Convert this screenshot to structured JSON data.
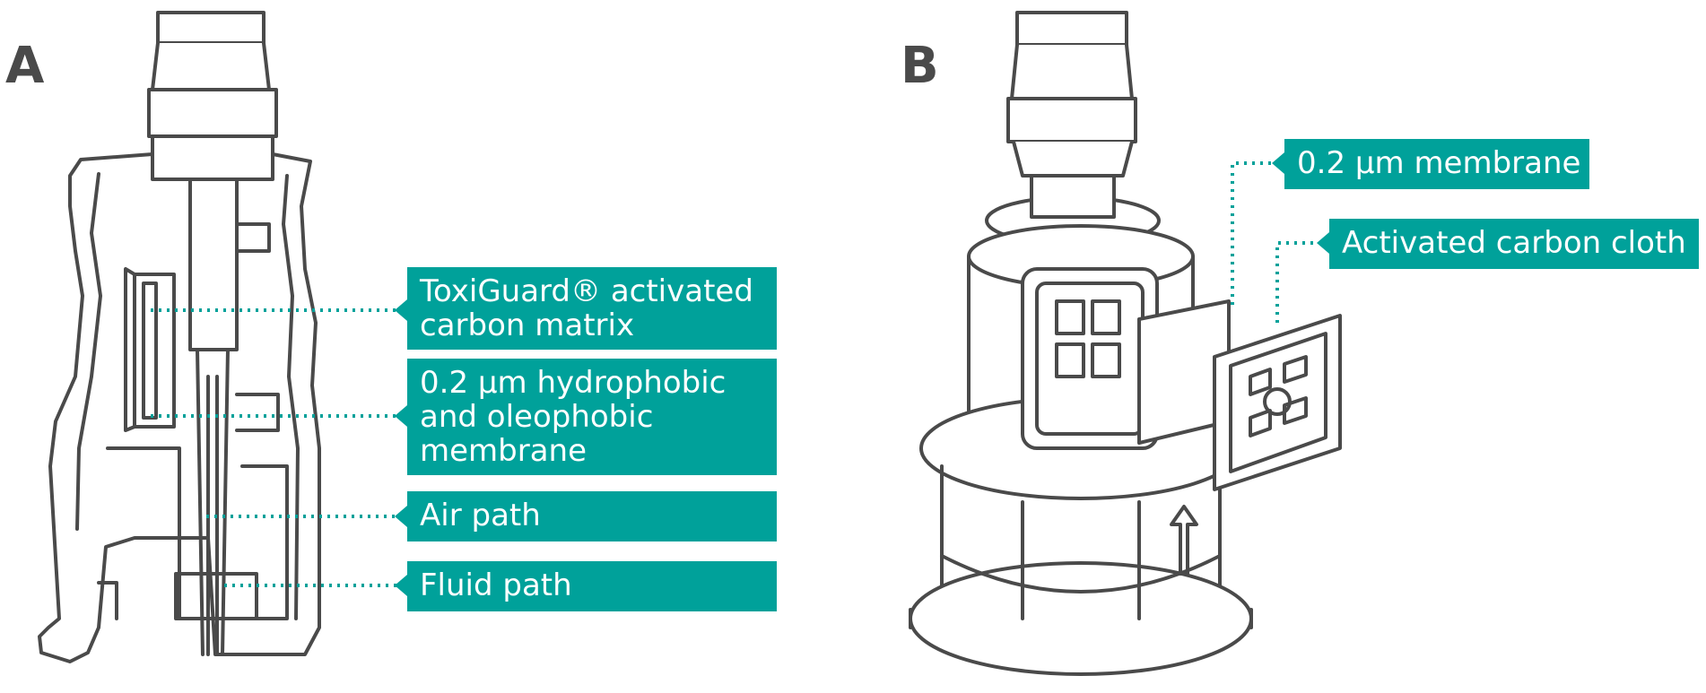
{
  "panels": {
    "a": "A",
    "b": "B"
  },
  "callouts_a": {
    "toxiguard": {
      "line1": "ToxiGuard® activated",
      "line2": "carbon matrix"
    },
    "membrane": {
      "line1": "0.2 µm hydrophobic",
      "line2": "and oleophobic",
      "line3": "membrane"
    },
    "air": "Air path",
    "fluid": "Fluid path"
  },
  "callouts_b": {
    "membrane": "0.2 µm membrane",
    "carbon": "Activated carbon cloth"
  },
  "colors": {
    "accent": "#00a19a",
    "line": "#4a4a4a",
    "panel_letter": "#4a4a4a"
  }
}
